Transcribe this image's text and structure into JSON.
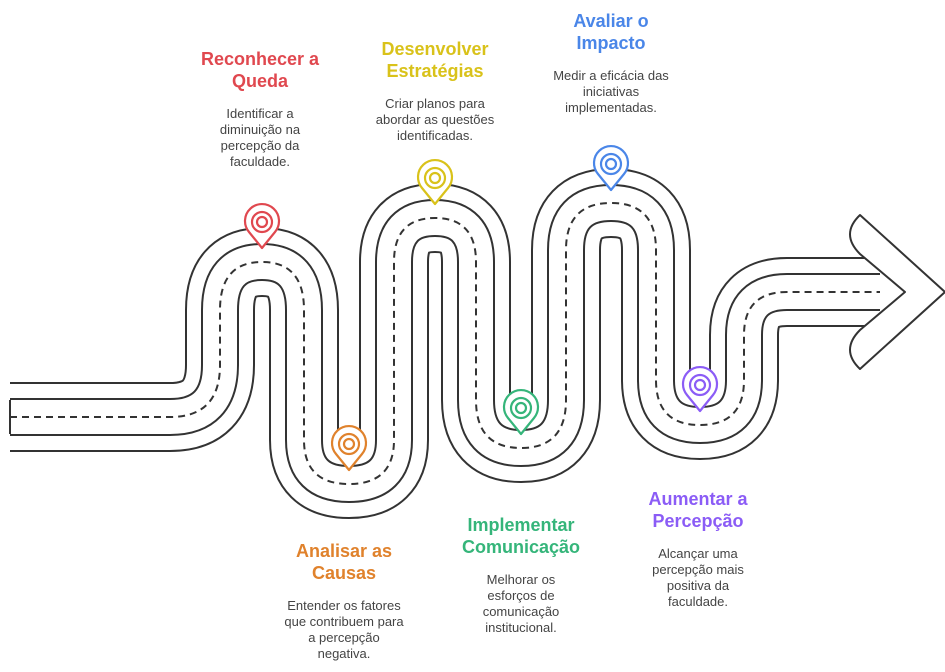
{
  "steps": [
    {
      "title": "Reconhecer a\nQueda",
      "description": "Identificar a\ndiminuição na\npercepção da\nfaculdade.",
      "color": "#e0484f"
    },
    {
      "title": "Analisar as\nCausas",
      "description": "Entender os fatores\nque contribuem para\na percepção\nnegativa.",
      "color": "#e0822c"
    },
    {
      "title": "Desenvolver\nEstratégias",
      "description": "Criar planos para\nabordar as questões\nidentificadas.",
      "color": "#d9c21a"
    },
    {
      "title": "Implementar\nComunicação",
      "description": "Melhorar os\nesforços de\ncomunicação\ninstitucional.",
      "color": "#35b57a"
    },
    {
      "title": "Avaliar o\nImpacto",
      "description": "Medir a eficácia das\niniciativas\nimplementadas.",
      "color": "#4a86e8"
    },
    {
      "title": "Aumentar a\nPercepção",
      "description": "Alcançar uma\npercepção mais\npositiva da\nfaculdade.",
      "color": "#8b5cf6"
    }
  ]
}
